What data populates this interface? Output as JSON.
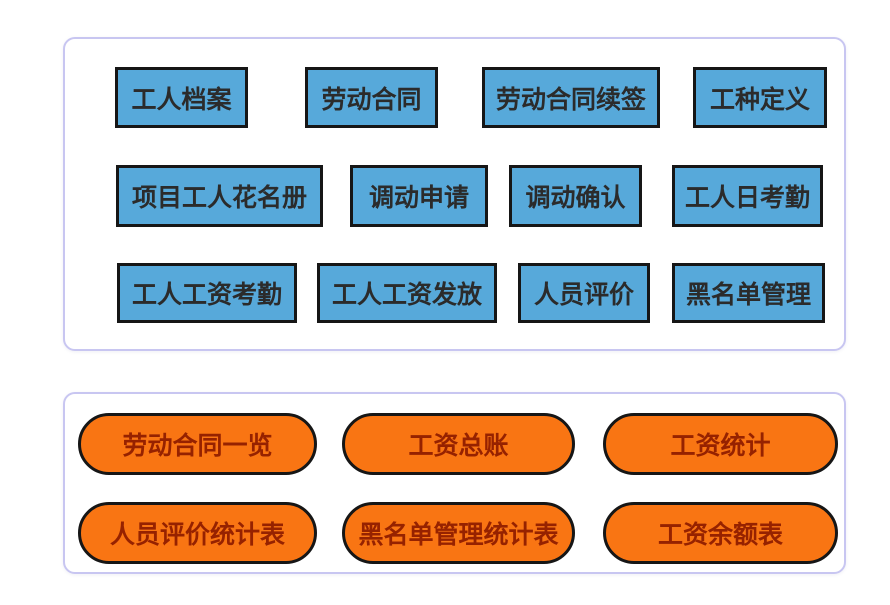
{
  "colors": {
    "page_bg": "#ffffff",
    "panel_border": "#c8c6f1",
    "module_fill": "#57a9da",
    "module_border": "#161616",
    "module_text": "#2b2b2b",
    "report_fill": "#f97513",
    "report_border": "#161616",
    "report_text": "#962200"
  },
  "top_panel": {
    "rows": [
      [
        "工人档案",
        "劳动合同",
        "劳动合同续签",
        "工种定义"
      ],
      [
        "项目工人花名册",
        "调动申请",
        "调动确认",
        "工人日考勤"
      ],
      [
        "工人工资考勤",
        "工人工资发放",
        "人员评价",
        "黑名单管理"
      ]
    ]
  },
  "bottom_panel": {
    "rows": [
      [
        "劳动合同一览",
        "工资总账",
        "工资统计"
      ],
      [
        "人员评价统计表",
        "黑名单管理统计表",
        "工资余额表"
      ]
    ]
  }
}
